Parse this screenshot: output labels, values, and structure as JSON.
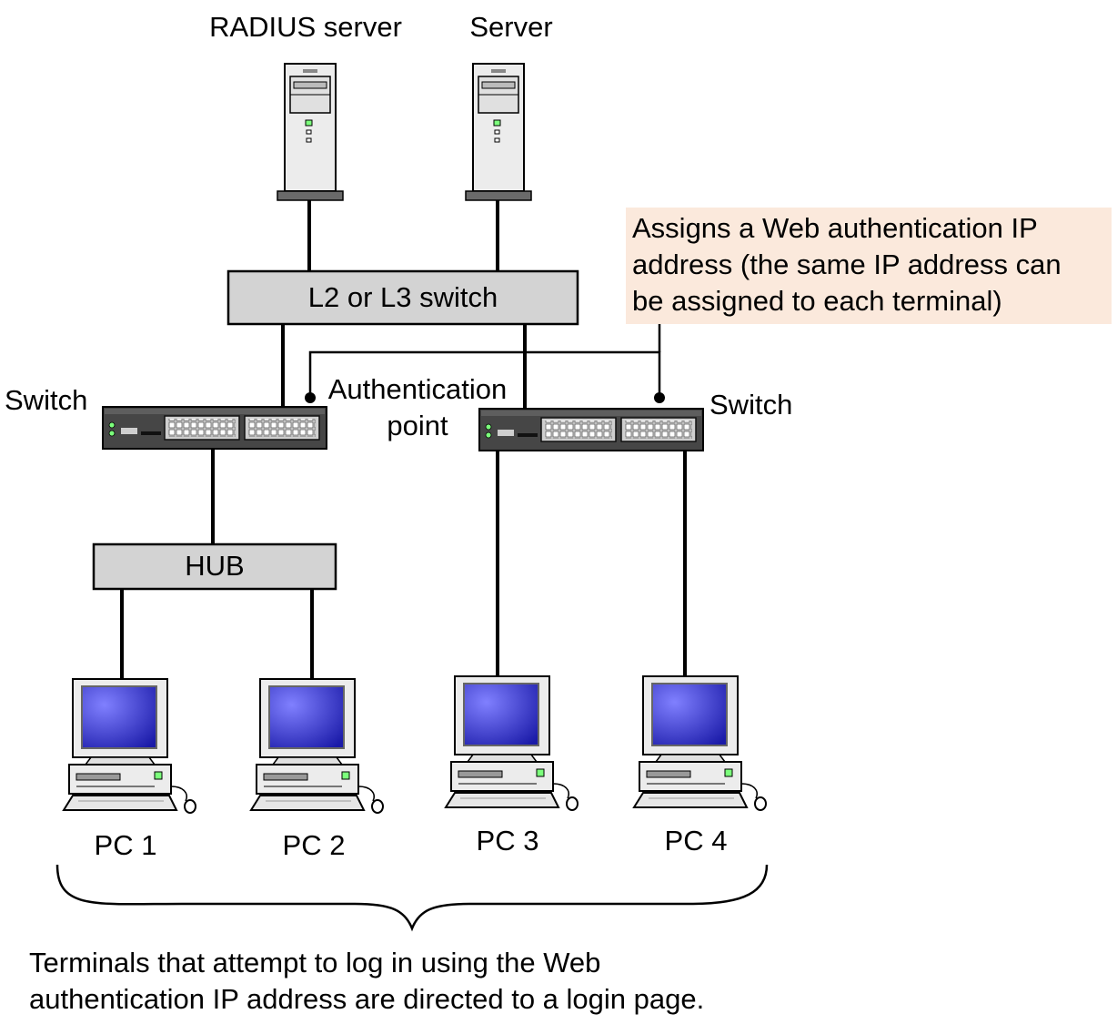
{
  "labels": {
    "radius_server": "RADIUS server",
    "server": "Server",
    "core_switch": "L2 or L3 switch",
    "switch_left": "Switch",
    "switch_right": "Switch",
    "auth_point_line1": "Authentication",
    "auth_point_line2": "point",
    "hub": "HUB",
    "pc1": "PC 1",
    "pc2": "PC 2",
    "pc3": "PC 3",
    "pc4": "PC 4"
  },
  "callout": {
    "line1": "Assigns a Web authentication IP",
    "line2": "address (the same IP address can",
    "line3": "be assigned to each terminal)"
  },
  "footnote": {
    "line1": "Terminals that attempt to log in using the Web",
    "line2": "authentication IP address are directed to a login page."
  },
  "colors": {
    "box_fill": "#d3d3d3",
    "callout_fill": "#fbe9dc",
    "monitor_screen": "#2a2ab0",
    "switch_body": "#4a4a4a",
    "line": "#000000"
  }
}
